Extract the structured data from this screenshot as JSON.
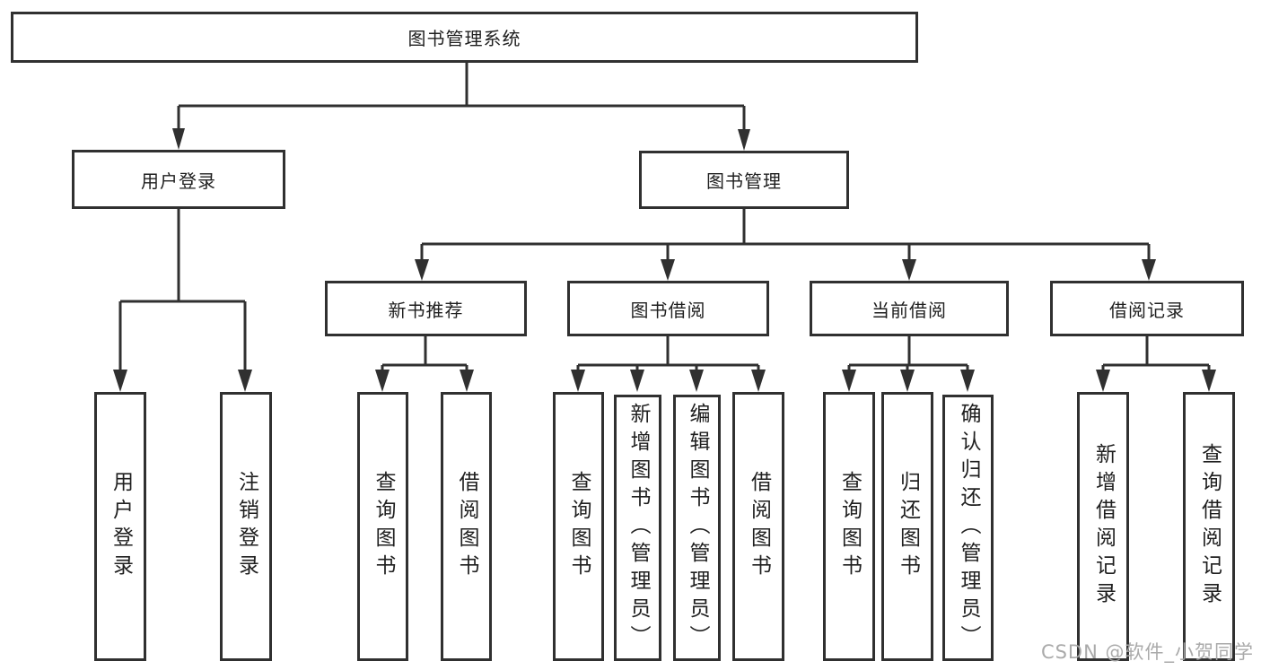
{
  "diagram": {
    "type": "tree",
    "tree": {
      "root": {
        "label": "图书管理系统",
        "children": [
          {
            "label": "用户登录",
            "children": [
              {
                "label": "用户登录"
              },
              {
                "label": "注销登录"
              }
            ]
          },
          {
            "label": "图书管理",
            "children": [
              {
                "label": "新书推荐",
                "children": [
                  {
                    "label": "查询图书"
                  },
                  {
                    "label": "借阅图书"
                  }
                ]
              },
              {
                "label": "图书借阅",
                "children": [
                  {
                    "label": "查询图书"
                  },
                  {
                    "label": "新增图书（管理员）"
                  },
                  {
                    "label": "编辑图书（管理员）"
                  },
                  {
                    "label": "借阅图书"
                  }
                ]
              },
              {
                "label": "当前借阅",
                "children": [
                  {
                    "label": "查询图书"
                  },
                  {
                    "label": "归还图书"
                  },
                  {
                    "label": "确认归还（管理员）"
                  }
                ]
              },
              {
                "label": "借阅记录",
                "children": [
                  {
                    "label": "新增借阅记录"
                  },
                  {
                    "label": "查询借阅记录"
                  }
                ]
              }
            ]
          }
        ]
      }
    },
    "colors": {
      "line": "#303030",
      "box_border": "#303030",
      "box_background": "#ffffff",
      "text": "#1f1f1f",
      "watermark": "#a5a5a5"
    }
  },
  "watermark": {
    "text": "CSDN @软件_小贺同学"
  }
}
